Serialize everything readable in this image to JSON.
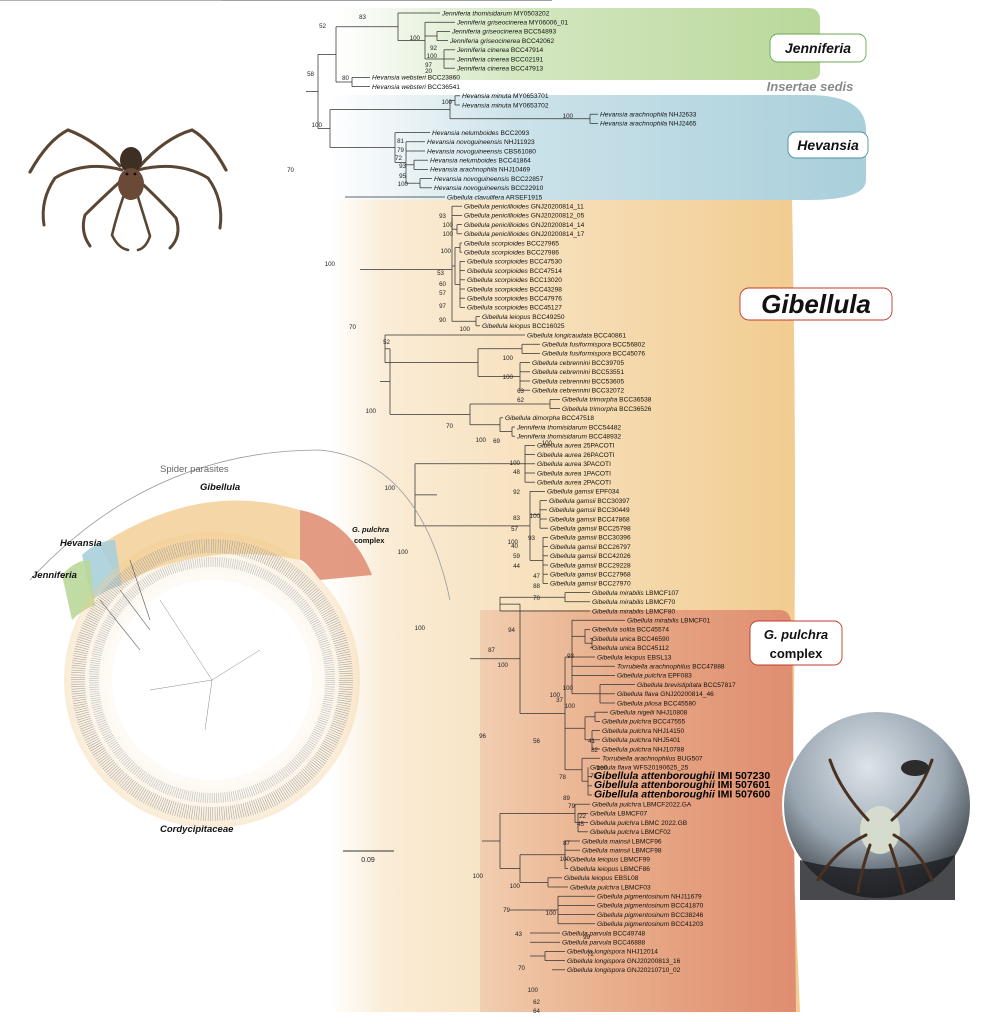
{
  "clade_labels": {
    "jenniferia": "Jenniferia",
    "insertae": "Insertae sedis",
    "hevansia": "Hevansia",
    "gibellula": "Gibellula",
    "pulchra_line1": "G. pulchra",
    "pulchra_line2": "complex"
  },
  "scale_bar": "0.09",
  "inset": {
    "spider_parasites": "Spider parasites",
    "gibellula": "Gibellula",
    "hevansia": "Hevansia",
    "jenniferia": "Jenniferia",
    "pulchra": "G. pulchra",
    "complex": "complex",
    "family": "Cordycipitaceae"
  },
  "colors": {
    "jenniferia": "#b9d89a",
    "hevansia": "#a9cfdb",
    "gibellula": "#f1c98a",
    "pulchra": "#de8a6f"
  },
  "leaves": [
    {
      "sp": "Jenniferia thomisidarum",
      "code": "MY0503202",
      "bold": false
    },
    {
      "sp": "Jenniferia griseocinerea",
      "code": "MY06006_01",
      "bold": false
    },
    {
      "sp": "Jenniferia griseocinerea",
      "code": "BCC54893",
      "bold": false
    },
    {
      "sp": "Jenniferia griseocinerea",
      "code": "BCC42062",
      "bold": false
    },
    {
      "sp": "Jenniferia cinerea",
      "code": "BCC47914",
      "bold": false
    },
    {
      "sp": "Jenniferia cinerea",
      "code": "BCC02191",
      "bold": false
    },
    {
      "sp": "Jenniferia cinerea",
      "code": "BCC47913",
      "bold": false
    },
    {
      "sp": "Hevansia websteri",
      "code": "BCC23860",
      "bold": false
    },
    {
      "sp": "Hevansia websteri",
      "code": "BCC36541",
      "bold": false
    },
    {
      "sp": "Hevansia minuta",
      "code": "MY0653701",
      "bold": false
    },
    {
      "sp": "Hevansia minuta",
      "code": "MY0653702",
      "bold": false
    },
    {
      "sp": "Hevansia arachnophila",
      "code": "NHJ2633",
      "bold": false
    },
    {
      "sp": "Hevansia arachnophila",
      "code": "NHJ2465",
      "bold": false
    },
    {
      "sp": "Hevansia nelumboides",
      "code": "BCC2093",
      "bold": false
    },
    {
      "sp": "Hevansia novoguineensis",
      "code": "NHJ11923",
      "bold": false
    },
    {
      "sp": "Hevansia novoguineensis",
      "code": "CBS61080",
      "bold": false
    },
    {
      "sp": "Hevansia nelumboides",
      "code": "BCC41864",
      "bold": false
    },
    {
      "sp": "Hevansia arachnophila",
      "code": "NHJ10469",
      "bold": false
    },
    {
      "sp": "Hevansia novoguineensis",
      "code": "BCC22857",
      "bold": false
    },
    {
      "sp": "Hevansia novoguineensis",
      "code": "BCC22910",
      "bold": false
    },
    {
      "sp": "Gibellula clavulifera",
      "code": "ARSEF1915",
      "bold": false
    },
    {
      "sp": "Gibellula penicillioides",
      "code": "GNJ20200814_11",
      "bold": false
    },
    {
      "sp": "Gibellula penicillioides",
      "code": "GNJ20200812_05",
      "bold": false
    },
    {
      "sp": "Gibellula penicillioides",
      "code": "GNJ20200814_14",
      "bold": false
    },
    {
      "sp": "Gibellula penicillioides",
      "code": "GNJ20200814_17",
      "bold": false
    },
    {
      "sp": "Gibellula scorpioides",
      "code": "BCC27965",
      "bold": false
    },
    {
      "sp": "Gibellula scorpioides",
      "code": "BCC27986",
      "bold": false
    },
    {
      "sp": "Gibellula scorpioides",
      "code": "BCC47530",
      "bold": false
    },
    {
      "sp": "Gibellula scorpioides",
      "code": "BCC47514",
      "bold": false
    },
    {
      "sp": "Gibellula scorpioides",
      "code": "BCC13020",
      "bold": false
    },
    {
      "sp": "Gibellula scorpioides",
      "code": "BCC43298",
      "bold": false
    },
    {
      "sp": "Gibellula scorpioides",
      "code": "BCC47976",
      "bold": false
    },
    {
      "sp": "Gibellula scorpioides",
      "code": "BCC45127",
      "bold": false
    },
    {
      "sp": "Gibellula leiopus",
      "code": "BCC49250",
      "bold": false
    },
    {
      "sp": "Gibellula leiopus",
      "code": "BCC16025",
      "bold": false
    },
    {
      "sp": "Gibellula longicaudata",
      "code": "BCC40861",
      "bold": false
    },
    {
      "sp": "Gibellula fusiformispora",
      "code": "BCC56802",
      "bold": false
    },
    {
      "sp": "Gibellula fusiformispora",
      "code": "BCC45076",
      "bold": false
    },
    {
      "sp": "Gibellula cebrennini",
      "code": "BCC39705",
      "bold": false
    },
    {
      "sp": "Gibellula cebrennini",
      "code": "BCC53551",
      "bold": false
    },
    {
      "sp": "Gibellula cebrennini",
      "code": "BCC53605",
      "bold": false
    },
    {
      "sp": "Gibellula cebrennini",
      "code": "BCC32072",
      "bold": false
    },
    {
      "sp": "Gibellula trimorpha",
      "code": "BCC36538",
      "bold": false
    },
    {
      "sp": "Gibellula trimorpha",
      "code": "BCC36526",
      "bold": false
    },
    {
      "sp": "Gibellula dimorpha",
      "code": "BCC47518",
      "bold": false
    },
    {
      "sp": "Jenniferia thomisidarum",
      "code": "BCC54482",
      "bold": false
    },
    {
      "sp": "Jenniferia thomisidarum",
      "code": "BCC48932",
      "bold": false
    },
    {
      "sp": "Gibellula aurea",
      "code": "25PACOTI",
      "bold": false
    },
    {
      "sp": "Gibellula aurea",
      "code": "26PACOTI",
      "bold": false
    },
    {
      "sp": "Gibellula aurea",
      "code": "3PACOTI",
      "bold": false
    },
    {
      "sp": "Gibellula aurea",
      "code": "1PACOTI",
      "bold": false
    },
    {
      "sp": "Gibellula aurea",
      "code": "2PACOTI",
      "bold": false
    },
    {
      "sp": "Gibellula gamsii",
      "code": "EPF034",
      "bold": false
    },
    {
      "sp": "Gibellula gamsii",
      "code": "BCC30397",
      "bold": false
    },
    {
      "sp": "Gibellula gamsii",
      "code": "BCC30449",
      "bold": false
    },
    {
      "sp": "Gibellula gamsii",
      "code": "BCC47868",
      "bold": false
    },
    {
      "sp": "Gibellula gamsii",
      "code": "BCC25798",
      "bold": false
    },
    {
      "sp": "Gibellula gamsii",
      "code": "BCC30396",
      "bold": false
    },
    {
      "sp": "Gibellula gamsii",
      "code": "BCC26797",
      "bold": false
    },
    {
      "sp": "Gibellula gamsii",
      "code": "BCC42026",
      "bold": false
    },
    {
      "sp": "Gibellula gamsii",
      "code": "BCC29228",
      "bold": false
    },
    {
      "sp": "Gibellula gamsii",
      "code": "BCC27968",
      "bold": false
    },
    {
      "sp": "Gibellula gamsii",
      "code": "BCC27970",
      "bold": false
    },
    {
      "sp": "Gibellula mirabilis",
      "code": "LBMCF107",
      "bold": false
    },
    {
      "sp": "Gibellula mirabilis",
      "code": "LBMCF70",
      "bold": false
    },
    {
      "sp": "Gibellula mirabilis",
      "code": "LBMCF80",
      "bold": false
    },
    {
      "sp": "Gibellula mirabilis",
      "code": "LBMCF01",
      "bold": false
    },
    {
      "sp": "Gibellula solita",
      "code": "BCC45574",
      "bold": false
    },
    {
      "sp": "Gibellula unica",
      "code": "BCC46590",
      "bold": false
    },
    {
      "sp": "Gibellula unica",
      "code": "BCC45112",
      "bold": false
    },
    {
      "sp": "Gibellula leiopus",
      "code": "EBSL13",
      "bold": false
    },
    {
      "sp": "Torrubiella arachnophilus",
      "code": "BCC47888",
      "bold": false
    },
    {
      "sp": "Gibellula pulchra",
      "code": "EPF083",
      "bold": false
    },
    {
      "sp": "Gibellula brevistipitata",
      "code": "BCC57817",
      "bold": false
    },
    {
      "sp": "Gibellula flava",
      "code": "GNJ20200814_46",
      "bold": false
    },
    {
      "sp": "Gibellula pilosa",
      "code": "BCC45580",
      "bold": false
    },
    {
      "sp": "Gibellula nigelii",
      "code": "NHJ10808",
      "bold": false
    },
    {
      "sp": "Gibellula pulchra",
      "code": "BCC47555",
      "bold": false
    },
    {
      "sp": "Gibellula pulchra",
      "code": "NHJ14150",
      "bold": false
    },
    {
      "sp": "Gibellula pulchra",
      "code": "NHJ5401",
      "bold": false
    },
    {
      "sp": "Gibellula pulchra",
      "code": "NHJ10788",
      "bold": false
    },
    {
      "sp": "Torrubiella arachnophilus",
      "code": "BUG507",
      "bold": false
    },
    {
      "sp": "Gibellula flava",
      "code": "WFS20190625_25",
      "bold": false
    },
    {
      "sp": "Gibellula attenboroughii",
      "code": "IMI 507230",
      "bold": true
    },
    {
      "sp": "Gibellula attenboroughii",
      "code": "IMI 507601",
      "bold": true
    },
    {
      "sp": "Gibellula attenboroughii",
      "code": "IMI 507600",
      "bold": true
    },
    {
      "sp": "Gibellula pulchra",
      "code": "LBMCF2022.GA",
      "bold": false
    },
    {
      "sp": "Gibellula",
      "code": "LBMCF07",
      "bold": false
    },
    {
      "sp": "Gibellula pulchra",
      "code": "LBMC 2022.GB",
      "bold": false
    },
    {
      "sp": "Gibellula pulchra",
      "code": "LBMCF02",
      "bold": false
    },
    {
      "sp": "Gibellula mainsii",
      "code": "LBMCF96",
      "bold": false
    },
    {
      "sp": "Gibellula mainsii",
      "code": "LBMCF98",
      "bold": false
    },
    {
      "sp": "Gibellula leiopus",
      "code": "LBMCF99",
      "bold": false
    },
    {
      "sp": "Gibellula leiopus",
      "code": "LBMCF86",
      "bold": false
    },
    {
      "sp": "Gibellula leiopus",
      "code": "EBSL08",
      "bold": false
    },
    {
      "sp": "Gibellula pulchra",
      "code": "LBMCF03",
      "bold": false
    },
    {
      "sp": "Gibellula pigmentosinum",
      "code": "NHJ11679",
      "bold": false
    },
    {
      "sp": "Gibellula pigmentosinum",
      "code": "BCC41870",
      "bold": false
    },
    {
      "sp": "Gibellula pigmentosinum",
      "code": "BCC38246",
      "bold": false
    },
    {
      "sp": "Gibellula pigmentosinum",
      "code": "BCC41203",
      "bold": false
    },
    {
      "sp": "Gibellula parvula",
      "code": "BCC49748",
      "bold": false
    },
    {
      "sp": "Gibellula parvula",
      "code": "BCC46888",
      "bold": false
    },
    {
      "sp": "Gibellula longispora",
      "code": "NHJ12014",
      "bold": false
    },
    {
      "sp": "Gibellula longispora",
      "code": "GNJ20200813_16",
      "bold": false
    },
    {
      "sp": "Gibellula longispora",
      "code": "GNJ20210710_02",
      "bold": false
    }
  ],
  "supports": [
    "83",
    "52",
    "58",
    "100",
    "100",
    "92",
    "97",
    "20",
    "80",
    "100",
    "100",
    "100",
    "81",
    "79",
    "72",
    "93",
    "95",
    "100",
    "70",
    "100",
    "93",
    "100",
    "100",
    "100",
    "53",
    "60",
    "57",
    "97",
    "90",
    "70",
    "100",
    "52",
    "100",
    "100",
    "100",
    "63",
    "62",
    "100",
    "70",
    "100",
    "69",
    "100",
    "100",
    "48",
    "92",
    "100",
    "83",
    "57",
    "100",
    "100",
    "93",
    "40",
    "59",
    "44",
    "47",
    "88",
    "70",
    "100",
    "94",
    "87",
    "100",
    "93",
    "100",
    "100",
    "37",
    "100",
    "56",
    "78",
    "41",
    "82",
    "100",
    "78",
    "89",
    "79",
    "22",
    "45",
    "96",
    "87",
    "100",
    "100",
    "100",
    "79",
    "100",
    "43",
    "99",
    "72",
    "70",
    "100",
    "62",
    "64",
    "94",
    "100",
    "100"
  ]
}
